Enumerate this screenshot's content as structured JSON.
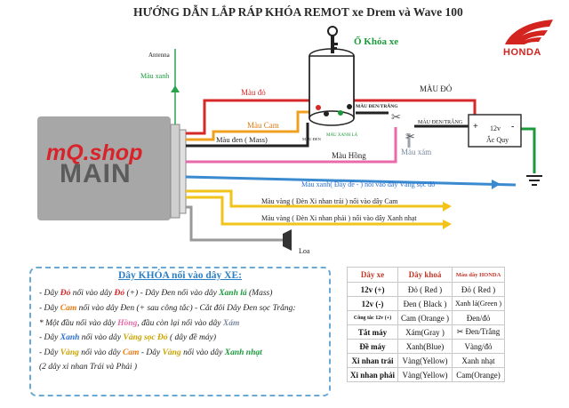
{
  "title": "HƯỚNG DẪN LẮP RÁP KHÓA REMOT xe Drem và Wave 100",
  "brand": {
    "name": "HONDA",
    "color": "#d3241f"
  },
  "main_unit": {
    "shop": "mQ.shop",
    "label": "MAIN"
  },
  "labels": {
    "antenna": "Antenna",
    "antenna_wire": "Màu xanh",
    "ignition": "Ổ Khóa xe",
    "red_left": "Màu đỏ",
    "red_right": "MÀU ĐỎ",
    "orange": "Màu Cam",
    "black": "Màu đen ( Mass)",
    "pink": "Màu Hồng",
    "gray": "Màu xám",
    "black_stripe": "MÀU ĐEN/TRẮNG",
    "black_stripe2": "MÀU ĐEN/TRẮNG",
    "mau_den": "MÀU ĐEN",
    "mau_xanh_la": "MÀU XANH LÁ",
    "battery_voltage": "12v",
    "battery_name": "Ắc Quy",
    "plus": "+",
    "minus": "-",
    "blue_starter": "Màu xanh( Đây đề - ) nối vào dây Vàng sọc đỏ",
    "yellow_left": "Màu vàng ( Đèn Xi nhan trái ) nối vào dây Cam",
    "yellow_right": "Màu vàng ( Đèn Xi nhan phải ) nối vào dây Xanh nhạt",
    "horn": "Loa"
  },
  "legend": {
    "title": "Dây KHÓA nối vào dây XE:",
    "lines": [
      [
        {
          "t": "- Dây ",
          "c": "#222"
        },
        {
          "t": "Đỏ",
          "c": "#d62828"
        },
        {
          "t": " nối vào dây ",
          "c": "#222"
        },
        {
          "t": "Đỏ",
          "c": "#d62828"
        },
        {
          "t": " (+) - Dây ",
          "c": "#222"
        },
        {
          "t": "Đen",
          "c": "#222"
        },
        {
          "t": "  nối vào dây ",
          "c": "#222"
        },
        {
          "t": "Xanh lá",
          "c": "#1a9a3a"
        },
        {
          "t": " (Mass)",
          "c": "#222"
        }
      ],
      [
        {
          "t": "- Dây ",
          "c": "#222"
        },
        {
          "t": "Cam",
          "c": "#e87a12"
        },
        {
          "t": " nối vào dây ",
          "c": "#222"
        },
        {
          "t": "Đen",
          "c": "#222"
        },
        {
          "t": " (+ sau công tắc) - Cắt đôi Dây ",
          "c": "#222"
        },
        {
          "t": "Đen sọc Trắng",
          "c": "#222"
        },
        {
          "t": ":",
          "c": "#222"
        }
      ],
      [
        {
          "t": "* Một đầu nối vào dây ",
          "c": "#222"
        },
        {
          "t": "Hồng",
          "c": "#e76aa8"
        },
        {
          "t": ", đầu còn lại nối vào dây ",
          "c": "#222"
        },
        {
          "t": "Xám",
          "c": "#7a8aa0"
        }
      ],
      [
        {
          "t": "- Dây ",
          "c": "#222"
        },
        {
          "t": "Xanh",
          "c": "#2b6fd0"
        },
        {
          "t": " nối vào dây ",
          "c": "#222"
        },
        {
          "t": "Vàng sọc Đỏ",
          "c": "#c9a400"
        },
        {
          "t": " ( dây đề máy)",
          "c": "#222"
        }
      ],
      [
        {
          "t": "- Dây ",
          "c": "#222"
        },
        {
          "t": "Vàng",
          "c": "#c9a400"
        },
        {
          "t": " nối vào dây ",
          "c": "#222"
        },
        {
          "t": "Cam",
          "c": "#e87a12"
        },
        {
          "t": " - Dây ",
          "c": "#222"
        },
        {
          "t": "Vàng",
          "c": "#c9a400"
        },
        {
          "t": " nối vào dây ",
          "c": "#222"
        },
        {
          "t": "Xanh nhạt",
          "c": "#1a9a3a"
        }
      ],
      [
        {
          "t": "  (2 dây xi nhan Trái và Phải )",
          "c": "#222"
        }
      ]
    ]
  },
  "table": {
    "headers": [
      "Dây xe",
      "Dây khoá",
      "Màu dây HONDA"
    ],
    "rows": [
      [
        "12v (+)",
        "Đỏ ( Red )",
        "Đỏ ( Red )"
      ],
      [
        "12v (-)",
        "Đen ( Black )",
        "Xanh lá(Green )"
      ],
      [
        "Công tắc 12v (+)",
        "Cam (Orange )",
        "Đen/đỏ"
      ],
      [
        "Tắt máy",
        "Xám(Gray )",
        "✂ Đen/Trắng"
      ],
      [
        "Đề máy",
        "Xanh(Blue)",
        "Vàng/đỏ"
      ],
      [
        "Xi nhan trái",
        "Vàng(Yellow)",
        "Xanh nhạt"
      ],
      [
        "Xi nhan phải",
        "Vàng(Yellow)",
        "Cam(Orange)"
      ]
    ]
  }
}
